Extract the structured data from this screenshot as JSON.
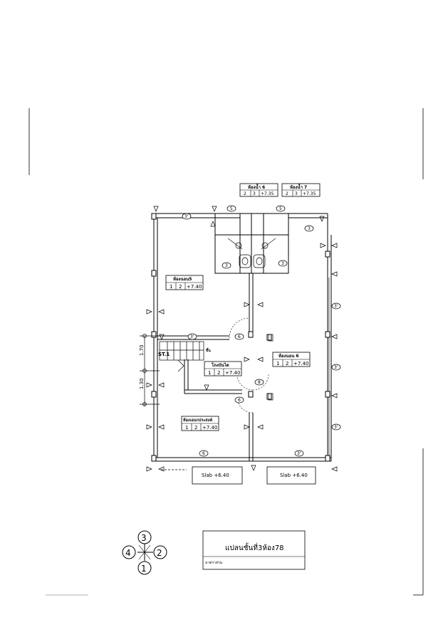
{
  "rooms": [
    {
      "key": "bath6",
      "name": "ห้องน้ำ 6",
      "c1": "2",
      "c2": "3",
      "level": "+7.35"
    },
    {
      "key": "bath7",
      "name": "ห้องน้ำ 7",
      "c1": "2",
      "c2": "3",
      "level": "+7.35"
    },
    {
      "key": "bed5",
      "name": "ห้องนอน5",
      "c1": "1",
      "c2": "2",
      "level": "+7.40"
    },
    {
      "key": "hall",
      "name": "โถงบันได",
      "c1": "1",
      "c2": "2",
      "level": "+7.40"
    },
    {
      "key": "bed6",
      "name": "ห้องนอน 6",
      "c1": "1",
      "c2": "2",
      "level": "+7.40"
    },
    {
      "key": "family",
      "name": "ห้องเอนกประสงค์",
      "c1": "1",
      "c2": "2",
      "level": "+7.40"
    }
  ],
  "slabs": [
    "Slab +6.40",
    "Slab +6.40"
  ],
  "dimensions": [
    "1.70",
    "1.30"
  ],
  "stair": {
    "tag": "ST.1",
    "mark": "ขึ้น"
  },
  "wall_marks": {
    "w3p": "3'",
    "w5": "5",
    "w6": "6",
    "w8": "8",
    "w3": "3"
  },
  "key_plan": {
    "top": "3",
    "right": "2",
    "bottom": "1",
    "left": "4"
  },
  "title_block": {
    "title": "แปลนชั้นที่3ห้อง78",
    "scale": "มาตราส่วน"
  }
}
